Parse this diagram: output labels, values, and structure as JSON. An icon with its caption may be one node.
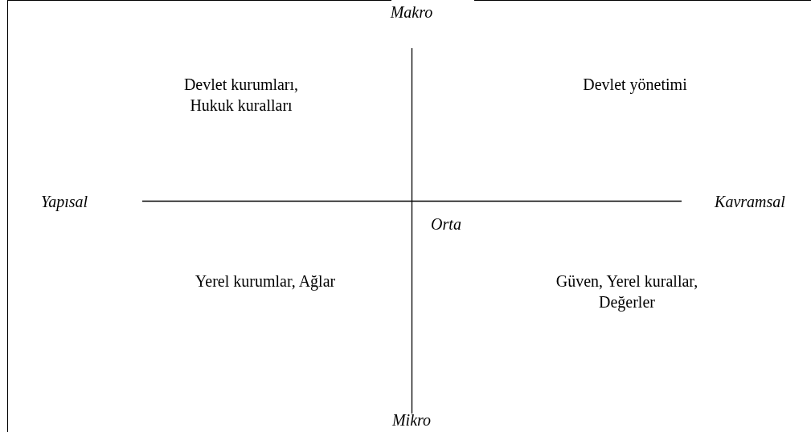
{
  "diagram": {
    "labels": [
      "Makro",
      "Devlet kurumları, Hukuk kuralları",
      "Devlet yönetimi",
      "Yapısal",
      "Kavramsal",
      "Orta",
      "Yerel kurumlar, Ağlar",
      "Güven, Yerel kurallar, Değerler",
      "Mikro"
    ]
  }
}
